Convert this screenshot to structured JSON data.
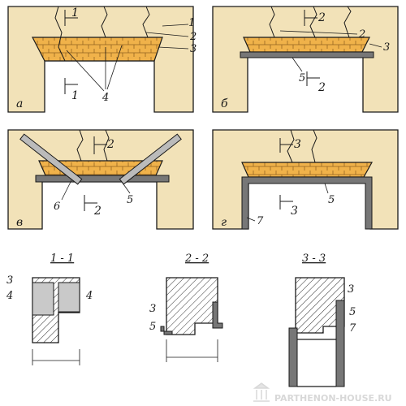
{
  "colors": {
    "wall": "#f2e2b8",
    "lintel": "#f0b24a",
    "lintel_dark": "#8a5a1a",
    "steel": "#777777",
    "board": "#c9c9c9",
    "ink": "#1a1a1a",
    "hatch": "#333333"
  },
  "panels": {
    "a": {
      "letter": "а",
      "cut_top": "1",
      "cut_bottom": "1",
      "callouts": [
        "1",
        "2",
        "3",
        "4"
      ]
    },
    "b": {
      "letter": "б",
      "cut_top": "2",
      "cut_bottom": "2",
      "callouts": [
        "2",
        "3",
        "5"
      ]
    },
    "v": {
      "letter": "в",
      "cut_top": "2",
      "cut_bottom": "2",
      "callouts": [
        "6",
        "5"
      ]
    },
    "g": {
      "letter": "г",
      "cut_top": "3",
      "cut_bottom": "3",
      "callouts": [
        "5",
        "7"
      ]
    }
  },
  "sections": {
    "s1": {
      "title": "1 - 1",
      "callouts": [
        "3",
        "4",
        "4"
      ]
    },
    "s2": {
      "title": "2 - 2",
      "callouts": [
        "3",
        "5"
      ]
    },
    "s3": {
      "title": "3 - 3",
      "callouts": [
        "3",
        "5",
        "7"
      ]
    }
  },
  "watermark": "PARTHENON-HOUSE.RU"
}
